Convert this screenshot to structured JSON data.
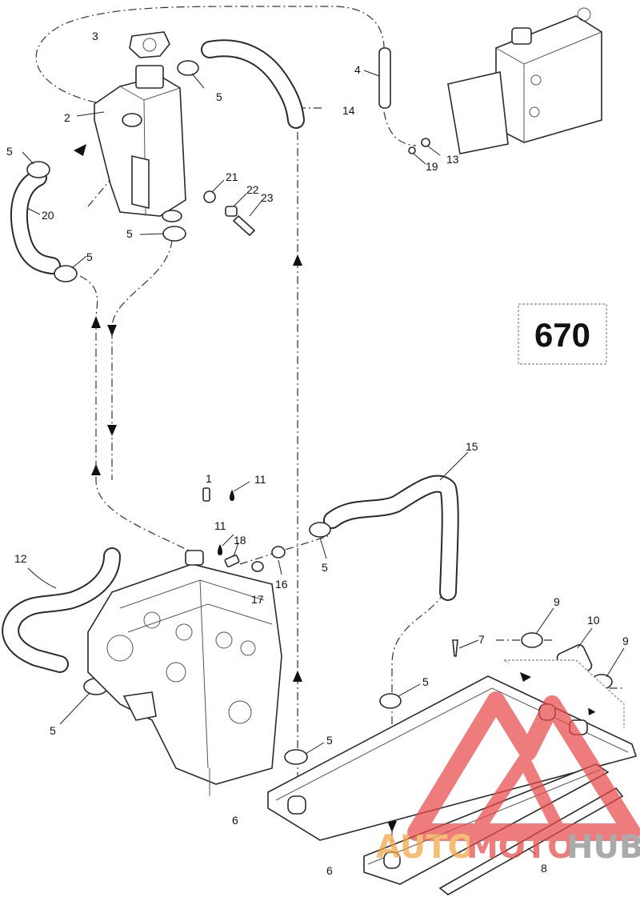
{
  "diagram_badge": "670",
  "callouts": [
    {
      "id": "c3",
      "text": "3"
    },
    {
      "id": "c2",
      "text": "2"
    },
    {
      "id": "c5a",
      "text": "5"
    },
    {
      "id": "c5b",
      "text": "5"
    },
    {
      "id": "c20",
      "text": "20"
    },
    {
      "id": "c5c",
      "text": "5"
    },
    {
      "id": "c5d",
      "text": "5"
    },
    {
      "id": "c21",
      "text": "21"
    },
    {
      "id": "c22",
      "text": "22"
    },
    {
      "id": "c23",
      "text": "23"
    },
    {
      "id": "c4",
      "text": "4"
    },
    {
      "id": "c14",
      "text": "14"
    },
    {
      "id": "c13",
      "text": "13"
    },
    {
      "id": "c19",
      "text": "19"
    },
    {
      "id": "c15",
      "text": "15"
    },
    {
      "id": "c1",
      "text": "1"
    },
    {
      "id": "c11a",
      "text": "11"
    },
    {
      "id": "c11b",
      "text": "11"
    },
    {
      "id": "c18",
      "text": "18"
    },
    {
      "id": "c16",
      "text": "16"
    },
    {
      "id": "c5e",
      "text": "5"
    },
    {
      "id": "c17",
      "text": "17"
    },
    {
      "id": "c12",
      "text": "12"
    },
    {
      "id": "c5f",
      "text": "5"
    },
    {
      "id": "c9a",
      "text": "9"
    },
    {
      "id": "c10",
      "text": "10"
    },
    {
      "id": "c9b",
      "text": "9"
    },
    {
      "id": "c7",
      "text": "7"
    },
    {
      "id": "c5g",
      "text": "5"
    },
    {
      "id": "c5h",
      "text": "5"
    },
    {
      "id": "c6a",
      "text": "6"
    },
    {
      "id": "c6b",
      "text": "6"
    },
    {
      "id": "c8",
      "text": "8"
    }
  ],
  "watermark": {
    "word1": "AUTO",
    "word2": "MOTO",
    "word3": "HUB",
    "colors": {
      "red": "#e84a4a",
      "orange": "#f2a541",
      "gray": "#8a8a8a"
    }
  }
}
